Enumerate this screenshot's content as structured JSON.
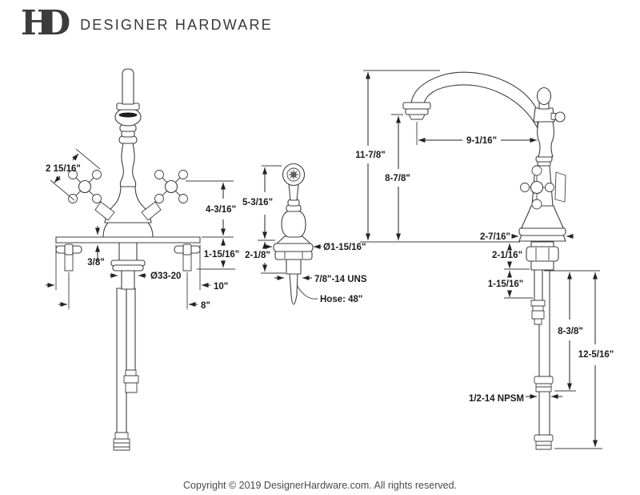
{
  "header": {
    "monogram": {
      "h": "H",
      "d": "D"
    },
    "brand": "DESIGNER HARDWARE"
  },
  "drawing": {
    "front_view": {
      "handle_length": "2 15/16\"",
      "handle_height": "4-3/16\"",
      "below_deck": "1-15/16\"",
      "deck_thickness": "3/8\"",
      "shank_thread": "Ø33-20",
      "deck_width": "10\"",
      "bolt_spacing": "8\""
    },
    "sprayer_view": {
      "height_above_deck": "5-3/16\"",
      "below_deck": "2-1/8\"",
      "flange_diameter": "Ø1-15/16\"",
      "shank_thread": "7/8\"-14 UNS",
      "hose_length": "Hose: 48\""
    },
    "side_view": {
      "overall_height": "11-7/8\"",
      "spout_height": "8-7/8\"",
      "spout_reach": "9-1/16\"",
      "base_diameter": "2-7/16\"",
      "shank_length": "2-1/16\"",
      "supply_tube": "1-15/16\"",
      "to_fitting": "8-3/8\"",
      "hose_length": "12-5/16\"",
      "hose_thread": "1/2-14 NPSM"
    }
  },
  "footer": {
    "copyright": "Copyright © 2019 DesignerHardware.com. All rights reserved."
  }
}
